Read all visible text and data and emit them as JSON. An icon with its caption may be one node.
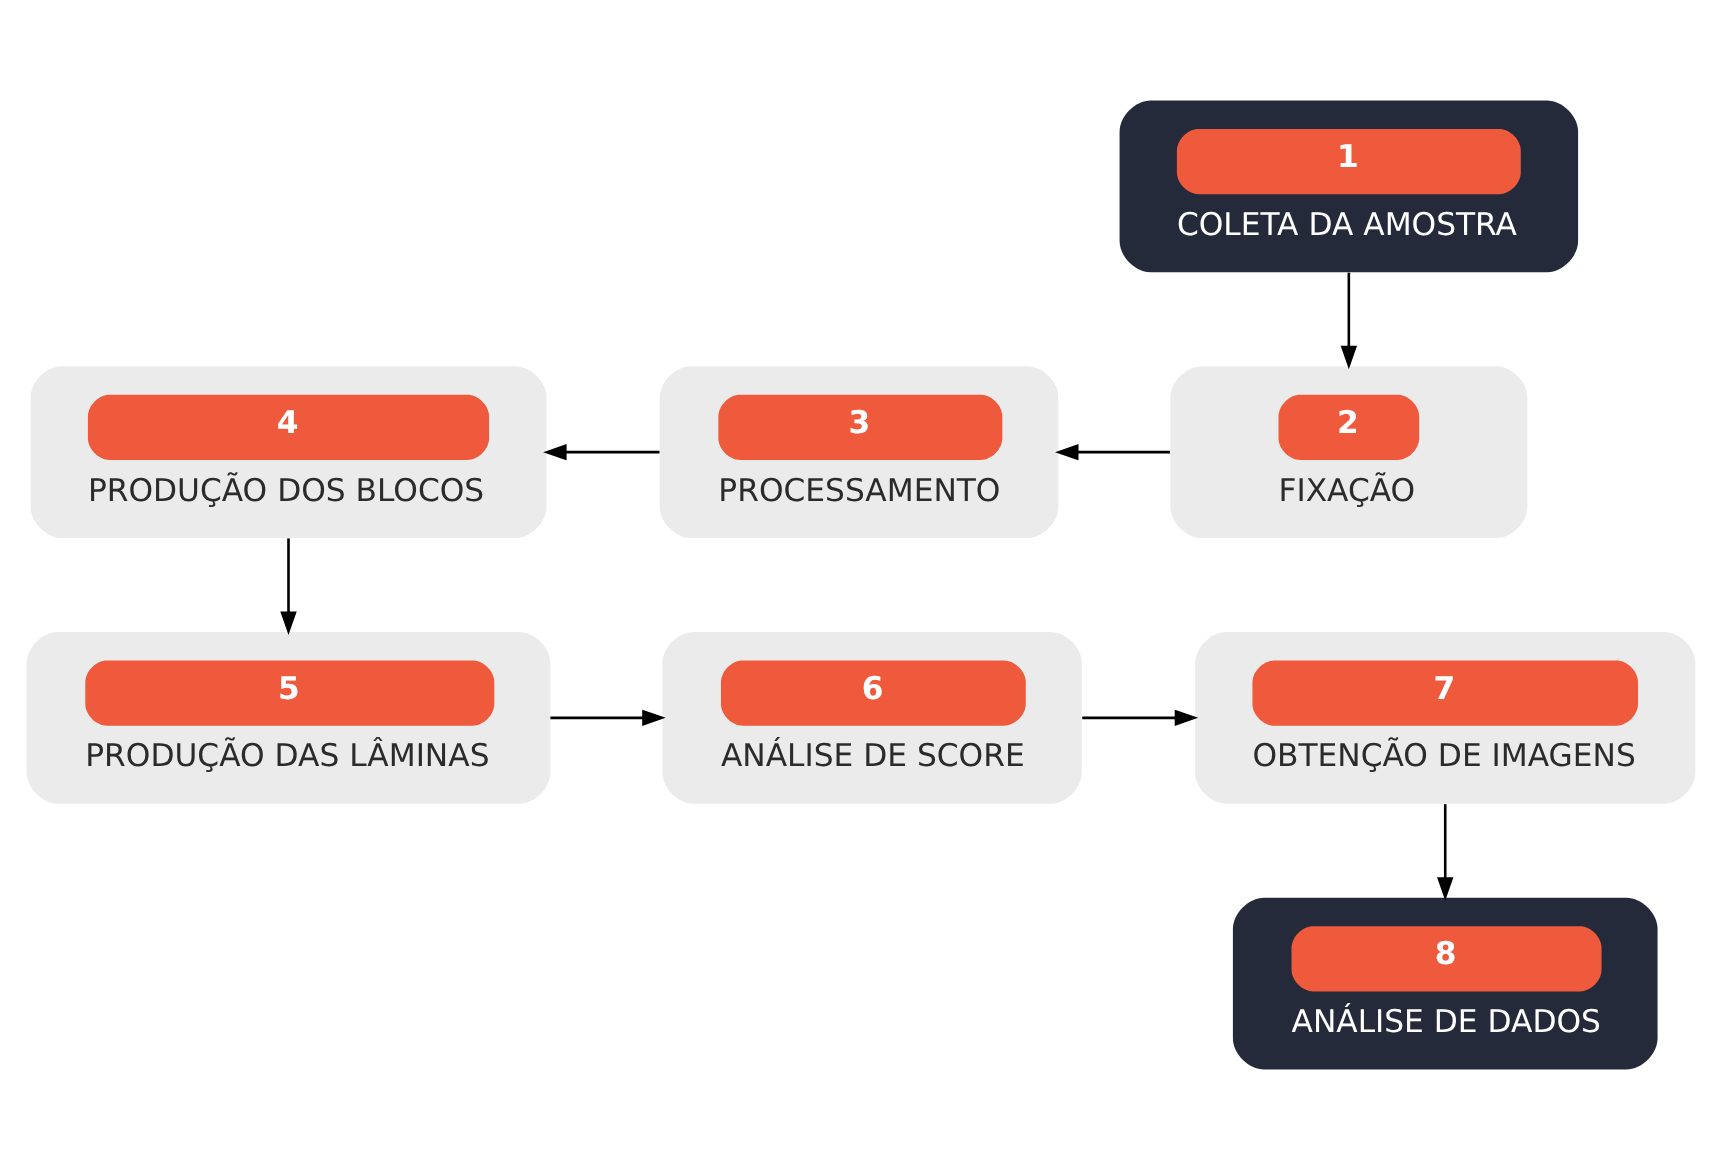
{
  "diagram": {
    "nodes": [
      {
        "text": [
          "1",
          "COLETA DA AMOSTRA"
        ]
      },
      {
        "text": [
          "2",
          "FIXAÇÃO"
        ]
      },
      {
        "text": [
          "3",
          "PROCESSAMENTO"
        ]
      },
      {
        "text": [
          "4",
          "PRODUÇÃO DOS BLOCOS"
        ]
      },
      {
        "text": [
          "5",
          "PRODUÇÃO DAS LÂMINAS"
        ]
      },
      {
        "text": [
          "6",
          "ANÁLISE DE SCORE"
        ]
      },
      {
        "text": [
          "7",
          "OBTENÇÃO DE IMAGENS"
        ]
      },
      {
        "text": [
          "8",
          "ANÁLISE DE DADOS"
        ]
      }
    ],
    "edges": [
      {
        "from": 0,
        "to": 1,
        "arrow": "to"
      },
      {
        "from": 1,
        "to": 2,
        "arrow": "to"
      },
      {
        "from": 2,
        "to": 3,
        "arrow": "to"
      },
      {
        "from": 3,
        "to": 4,
        "arrow": "to"
      },
      {
        "from": 4,
        "to": 5,
        "arrow": "to"
      },
      {
        "from": 5,
        "to": 6,
        "arrow": "to"
      },
      {
        "from": 6,
        "to": 7,
        "arrow": "to"
      }
    ]
  }
}
